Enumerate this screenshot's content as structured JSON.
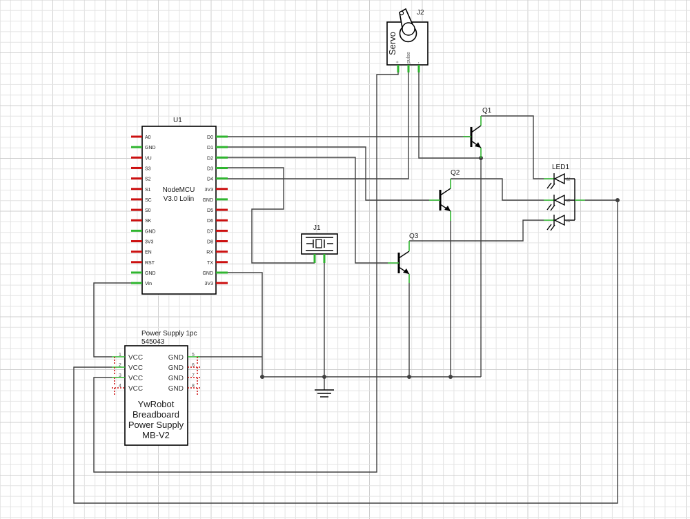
{
  "u1": {
    "ref": "U1",
    "title_line1": "NodeMCU",
    "title_line2": "V3.0 Lolin",
    "left_pins": [
      "A0",
      "GND",
      "VU",
      "S3",
      "S2",
      "S1",
      "SC",
      "S0",
      "SK",
      "GND",
      "3V3",
      "EN",
      "RST",
      "GND",
      "Vin"
    ],
    "right_pins": [
      "D0",
      "D1",
      "D2",
      "D3",
      "D4",
      "3V3",
      "GND",
      "D5",
      "D6",
      "D7",
      "D8",
      "RX",
      "TX",
      "GND",
      "3V3"
    ]
  },
  "j2": {
    "ref": "J2",
    "name": "Servo",
    "pin_plus": "+",
    "pin_pulse": "pulse",
    "pin_minus": "-"
  },
  "j1": {
    "ref": "J1"
  },
  "q1": {
    "ref": "Q1"
  },
  "q2": {
    "ref": "Q2"
  },
  "q3": {
    "ref": "Q3"
  },
  "led1": {
    "ref": "LED1",
    "pin_r": "R",
    "pin_g": "G",
    "pin_b": "B"
  },
  "psu": {
    "label_line1": "Power Supply 1pc",
    "label_line2": "545043",
    "left_pins": [
      "VCC",
      "VCC",
      "VCC",
      "VCC"
    ],
    "right_pins": [
      "GND",
      "GND",
      "GND",
      "GND"
    ],
    "left_nums": [
      "1",
      "2",
      "3",
      "4"
    ],
    "right_nums": [
      "5",
      "6",
      "7",
      "8"
    ],
    "body_line1": "YwRobot",
    "body_line2": "Breadboard",
    "body_line3": "Power Supply",
    "body_line4": "MB-V2"
  }
}
